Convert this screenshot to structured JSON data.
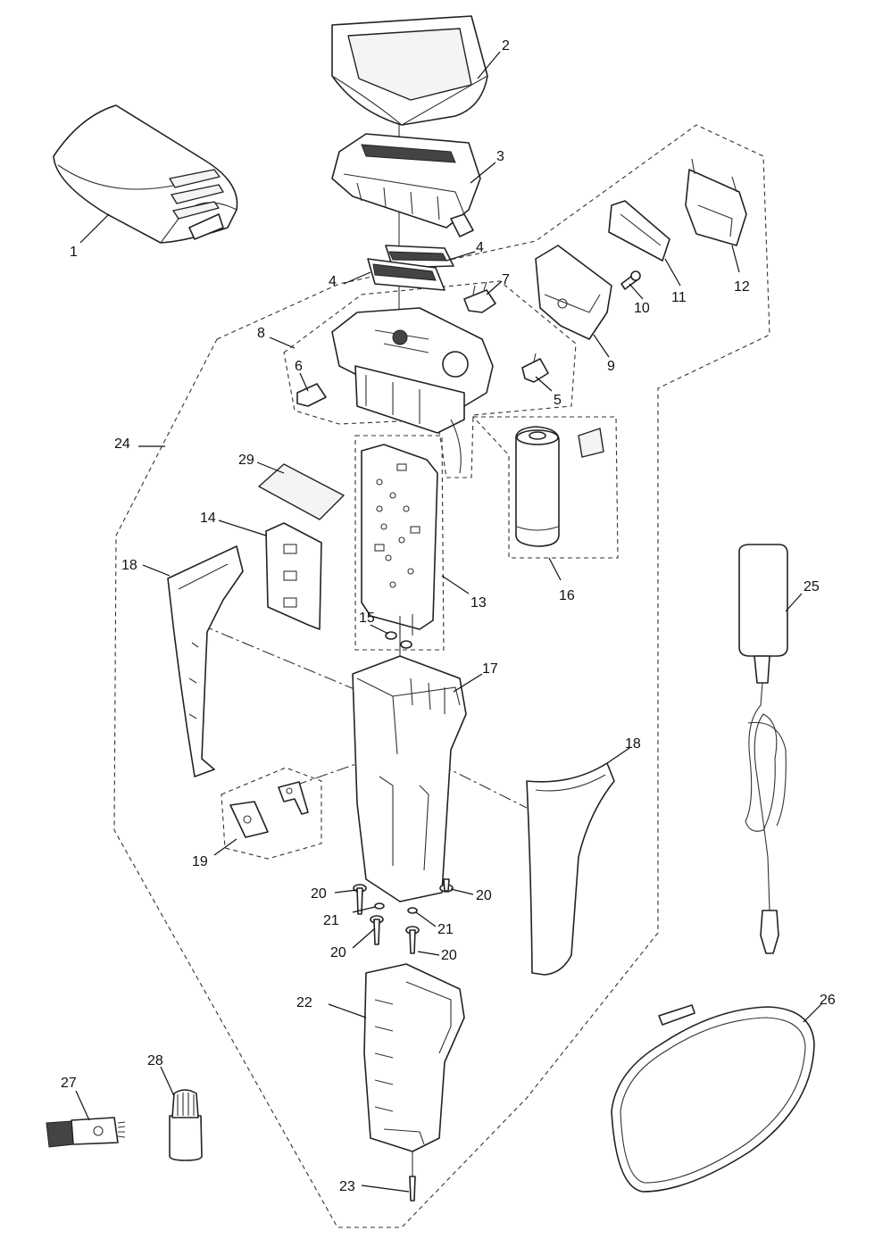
{
  "callouts": [
    {
      "id": "c1",
      "label": "1"
    },
    {
      "id": "c2",
      "label": "2"
    },
    {
      "id": "c3",
      "label": "3"
    },
    {
      "id": "c4a",
      "label": "4"
    },
    {
      "id": "c4b",
      "label": "4"
    },
    {
      "id": "c5",
      "label": "5"
    },
    {
      "id": "c6",
      "label": "6"
    },
    {
      "id": "c7",
      "label": "7"
    },
    {
      "id": "c8",
      "label": "8"
    },
    {
      "id": "c9",
      "label": "9"
    },
    {
      "id": "c10",
      "label": "10"
    },
    {
      "id": "c11",
      "label": "11"
    },
    {
      "id": "c12",
      "label": "12"
    },
    {
      "id": "c13",
      "label": "13"
    },
    {
      "id": "c14",
      "label": "14"
    },
    {
      "id": "c15",
      "label": "15"
    },
    {
      "id": "c16",
      "label": "16"
    },
    {
      "id": "c17",
      "label": "17"
    },
    {
      "id": "c18a",
      "label": "18"
    },
    {
      "id": "c18b",
      "label": "18"
    },
    {
      "id": "c19",
      "label": "19"
    },
    {
      "id": "c20a",
      "label": "20"
    },
    {
      "id": "c20b",
      "label": "20"
    },
    {
      "id": "c20c",
      "label": "20"
    },
    {
      "id": "c20d",
      "label": "20"
    },
    {
      "id": "c21a",
      "label": "21"
    },
    {
      "id": "c21b",
      "label": "21"
    },
    {
      "id": "c22",
      "label": "22"
    },
    {
      "id": "c23",
      "label": "23"
    },
    {
      "id": "c24",
      "label": "24"
    },
    {
      "id": "c25",
      "label": "25"
    },
    {
      "id": "c26",
      "label": "26"
    },
    {
      "id": "c27",
      "label": "27"
    },
    {
      "id": "c28",
      "label": "28"
    },
    {
      "id": "c29",
      "label": "29"
    }
  ]
}
